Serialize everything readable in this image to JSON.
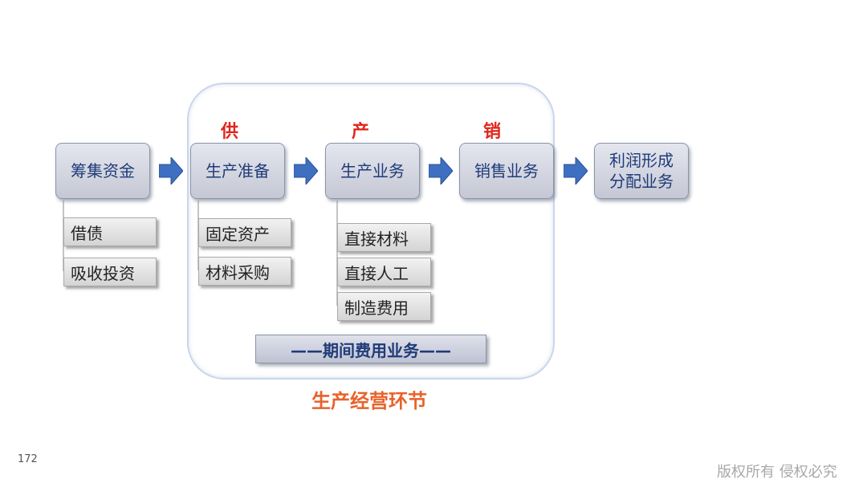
{
  "stages": [
    {
      "label": "筹集资金"
    },
    {
      "label": "生产准备"
    },
    {
      "label": "生产业务"
    },
    {
      "label": "销售业务"
    },
    {
      "label": "利润形成\n分配业务"
    }
  ],
  "stage_tags": [
    "供",
    "产",
    "销"
  ],
  "financing_items": [
    "借债",
    "吸收投资"
  ],
  "preparation_items": [
    "固定资产",
    "材料采购"
  ],
  "production_items": [
    "直接材料",
    "直接人工",
    "制造费用"
  ],
  "period_expense": "——期间费用业务——",
  "section_title": "生产经营环节",
  "page_number": "172",
  "watermark": "版权所有 侵权必究",
  "colors": {
    "stage_text": "#1f3b78",
    "tag_red": "#e0271d",
    "title_orange": "#e8622b",
    "arrow_blue": "#3f6fc0"
  }
}
